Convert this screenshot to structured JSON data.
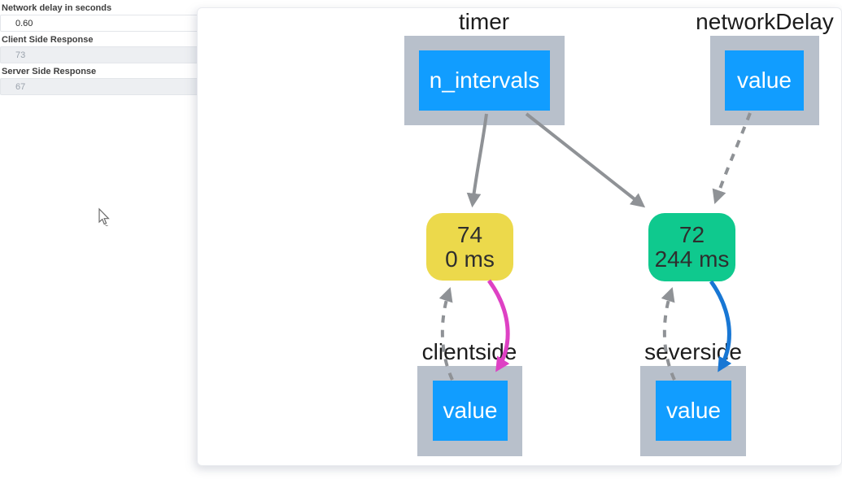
{
  "form": {
    "fields": [
      {
        "label": "Network delay in seconds",
        "value": "0.60",
        "state": "enabled"
      },
      {
        "label": "Client Side Response",
        "value": "73",
        "state": "disabled"
      },
      {
        "label": "Server Side Response",
        "value": "67",
        "state": "disabled"
      }
    ]
  },
  "graph": {
    "components": [
      {
        "id": "timer",
        "label": "timer",
        "prop": "n_intervals"
      },
      {
        "id": "networkDelay",
        "label": "networkDelay",
        "prop": "value"
      },
      {
        "id": "clientside",
        "label": "clientside",
        "prop": "value"
      },
      {
        "id": "severside",
        "label": "severside",
        "prop": "value"
      }
    ],
    "callbacks": [
      {
        "id": "clientside-callback",
        "call_count": "74",
        "duration": "0 ms"
      },
      {
        "id": "serverside-callback",
        "call_count": "72",
        "duration": "244 ms"
      }
    ],
    "edges": [
      {
        "from": "timer.n_intervals",
        "to": "clientside-callback",
        "style": "solid-gray"
      },
      {
        "from": "timer.n_intervals",
        "to": "serverside-callback",
        "style": "solid-gray"
      },
      {
        "from": "networkDelay.value",
        "to": "serverside-callback",
        "style": "dashed-gray"
      },
      {
        "from": "clientside-callback",
        "to": "clientside.value",
        "style": "solid-magenta"
      },
      {
        "from": "clientside.value",
        "to": "clientside-callback",
        "style": "dashed-gray"
      },
      {
        "from": "serverside-callback",
        "to": "severside.value",
        "style": "solid-blue"
      },
      {
        "from": "severside.value",
        "to": "serverside-callback",
        "style": "dashed-gray"
      }
    ],
    "colors": {
      "component_bg": "#b8c0cb",
      "property_bg": "#119dff",
      "callback_clientside_bg": "#ecd94b",
      "callback_serverside_bg": "#0fc98e",
      "edge_gray": "#8f9296",
      "edge_magenta": "#de41c4",
      "edge_blue": "#1877d4"
    }
  }
}
